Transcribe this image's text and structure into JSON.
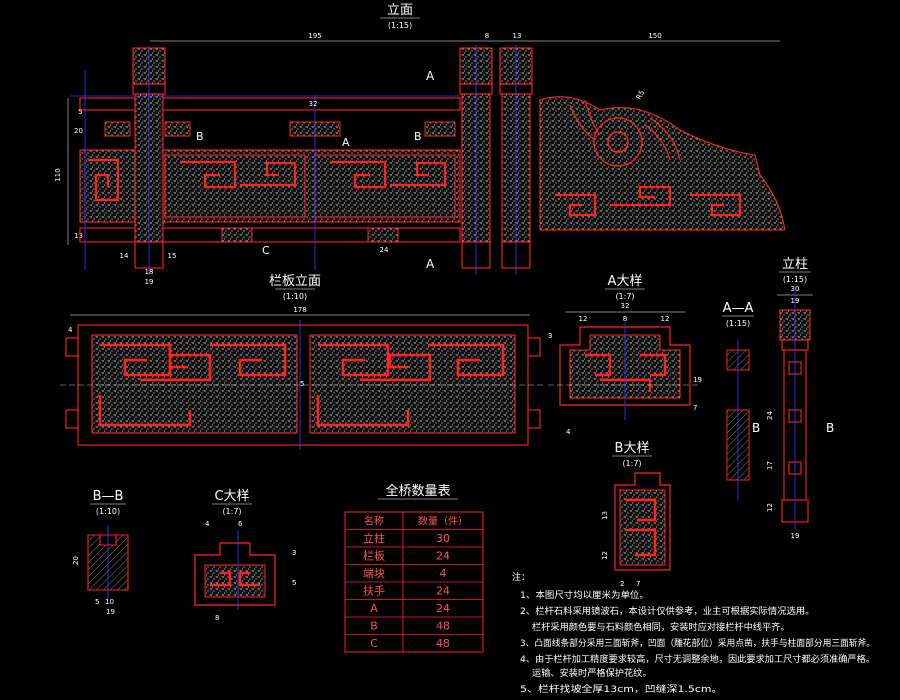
{
  "views": {
    "elevation": {
      "title": "立面",
      "scale": "(1:15)"
    },
    "panel": {
      "title": "栏板立面",
      "scale": "(1:10)"
    },
    "detail_a": {
      "title": "A大样",
      "scale": "(1:7)"
    },
    "detail_b": {
      "title": "B大样",
      "scale": "(1:7)"
    },
    "detail_c": {
      "title": "C大样",
      "scale": "(1:7)"
    },
    "section_aa": {
      "title": "A—A",
      "scale": "(1:15)"
    },
    "section_bb": {
      "title": "B—B",
      "scale": "(1:10)"
    },
    "post": {
      "title": "立柱",
      "scale": "(1:15)"
    }
  },
  "markers": {
    "a": "A",
    "b": "B",
    "c": "C"
  },
  "dims": {
    "top_195": "195",
    "top_8": "8",
    "top_13": "13",
    "top_150": "150",
    "h_110": "110",
    "h_5": "5",
    "h_20": "20",
    "h_13": "13",
    "w_32": "32",
    "w_24": "24",
    "w_18": "18",
    "w_19": "19",
    "w_14": "14",
    "w_15": "15",
    "r_dim": "R5",
    "panel_178": "178",
    "panel_4": "4",
    "panel_5": "5",
    "a_32": "32",
    "a_12": "12",
    "a_8": "8",
    "a_4": "4",
    "a_7": "7",
    "a_19": "19",
    "a_3": "3",
    "b_12": "12",
    "b_13": "13",
    "b_7": "7",
    "b_2": "2",
    "c_4": "4",
    "c_8": "8",
    "c_6": "6",
    "c_3": "3",
    "c_5": "5",
    "bb_20": "20",
    "bb_5": "5",
    "bb_10": "10",
    "bb_19": "19",
    "post_30": "30",
    "post_19": "19",
    "post_12": "12",
    "post_24": "24",
    "post_17": "17"
  },
  "table": {
    "title": "全桥数量表",
    "headers": [
      "名称",
      "数量（件）"
    ],
    "rows": [
      [
        "立柱",
        "30"
      ],
      [
        "栏板",
        "24"
      ],
      [
        "端块",
        "4"
      ],
      [
        "扶手",
        "24"
      ],
      [
        "A",
        "24"
      ],
      [
        "B",
        "48"
      ],
      [
        "C",
        "48"
      ]
    ]
  },
  "notes": {
    "label": "注：",
    "items": [
      "1、本图尺寸均以厘米为单位。",
      "2、栏杆石料采用镜波石，本设计仅供参考，业主可根据实际情况选用。",
      "栏杆采用颜色要与石料颜色相同，安装时应对接栏杆中线平齐。",
      "3、凸面线条部分采用三面斩斧，凹面（雕花部位）采用点凿，扶手与柱面部分用三面斩斧。",
      "4、由于栏杆加工精度要求较高，尺寸无调整余地，因此要求加工尺寸都必须准确严格。",
      "运输、安装时严格保护花纹。",
      "5、栏杆找坡全厚13cm，凹缝深1.5cm。"
    ]
  },
  "colors": {
    "background": "#000000",
    "outline": "#ff2020",
    "hatch": "#e8e8e8",
    "axis": "#3a3aff",
    "table_text": "#ff5050"
  }
}
